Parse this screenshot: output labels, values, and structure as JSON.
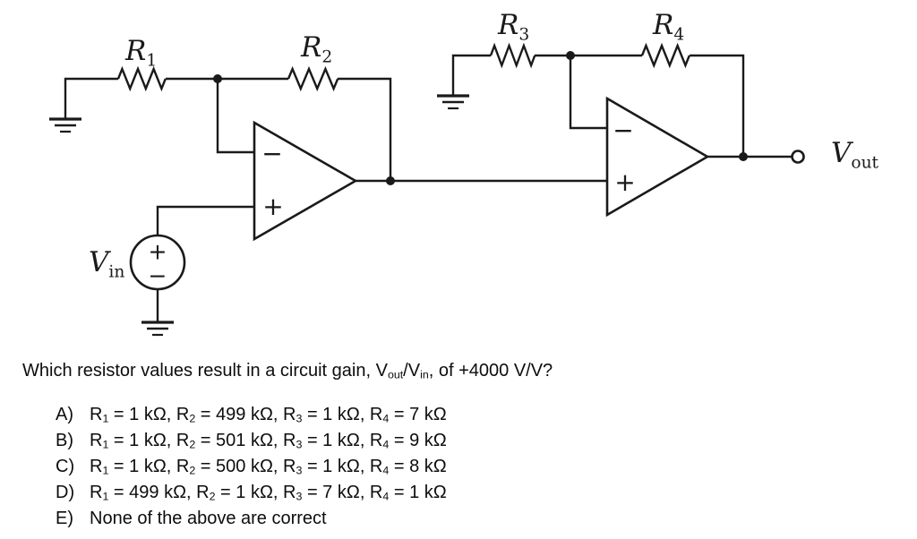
{
  "circuit": {
    "labels": {
      "r1": {
        "base": "R",
        "sub": "1"
      },
      "r2": {
        "base": "R",
        "sub": "2"
      },
      "r3": {
        "base": "R",
        "sub": "3"
      },
      "r4": {
        "base": "R",
        "sub": "4"
      },
      "vin": {
        "base": "V",
        "sub": "in"
      },
      "vout": {
        "base": "V",
        "sub": "out"
      },
      "opamp1": {
        "inverting": "−",
        "noninverting": "+"
      },
      "opamp2": {
        "inverting": "−",
        "noninverting": "+"
      },
      "source": {
        "plus": "+",
        "minus": "−"
      }
    },
    "colors": {
      "line": "#1a1a1a",
      "background": "#ffffff"
    }
  },
  "question": {
    "segments": [
      {
        "t": "Which resistor values result in a circuit gain, V"
      },
      {
        "t": "out",
        "s": true
      },
      {
        "t": "/V"
      },
      {
        "t": "in",
        "s": true
      },
      {
        "t": ", of +4000 V/V?"
      }
    ]
  },
  "options": [
    {
      "letter": "A)",
      "segments": [
        {
          "t": "R"
        },
        {
          "t": "1",
          "s": true
        },
        {
          "t": " = 1 kΩ, R"
        },
        {
          "t": "2",
          "s": true
        },
        {
          "t": " = 499 kΩ, R"
        },
        {
          "t": "3",
          "s": true
        },
        {
          "t": " = 1 kΩ, R"
        },
        {
          "t": "4",
          "s": true
        },
        {
          "t": " = 7 kΩ"
        }
      ]
    },
    {
      "letter": "B)",
      "segments": [
        {
          "t": "R"
        },
        {
          "t": "1",
          "s": true
        },
        {
          "t": " = 1 kΩ, R"
        },
        {
          "t": "2",
          "s": true
        },
        {
          "t": " = 501 kΩ, R"
        },
        {
          "t": "3",
          "s": true
        },
        {
          "t": " = 1 kΩ, R"
        },
        {
          "t": "4",
          "s": true
        },
        {
          "t": " = 9 kΩ"
        }
      ]
    },
    {
      "letter": "C)",
      "segments": [
        {
          "t": "R"
        },
        {
          "t": "1",
          "s": true
        },
        {
          "t": " = 1 kΩ, R"
        },
        {
          "t": "2",
          "s": true
        },
        {
          "t": " = 500 kΩ, R"
        },
        {
          "t": "3",
          "s": true
        },
        {
          "t": " = 1 kΩ, R"
        },
        {
          "t": "4",
          "s": true
        },
        {
          "t": " = 8 kΩ"
        }
      ]
    },
    {
      "letter": "D)",
      "segments": [
        {
          "t": "R"
        },
        {
          "t": "1",
          "s": true
        },
        {
          "t": " = 499 kΩ, R"
        },
        {
          "t": "2",
          "s": true
        },
        {
          "t": " = 1 kΩ, R"
        },
        {
          "t": "3",
          "s": true
        },
        {
          "t": " = 7 kΩ, R"
        },
        {
          "t": "4",
          "s": true
        },
        {
          "t": " = 1 kΩ"
        }
      ]
    },
    {
      "letter": "E)",
      "segments": [
        {
          "t": "None of the above are correct"
        }
      ]
    }
  ]
}
